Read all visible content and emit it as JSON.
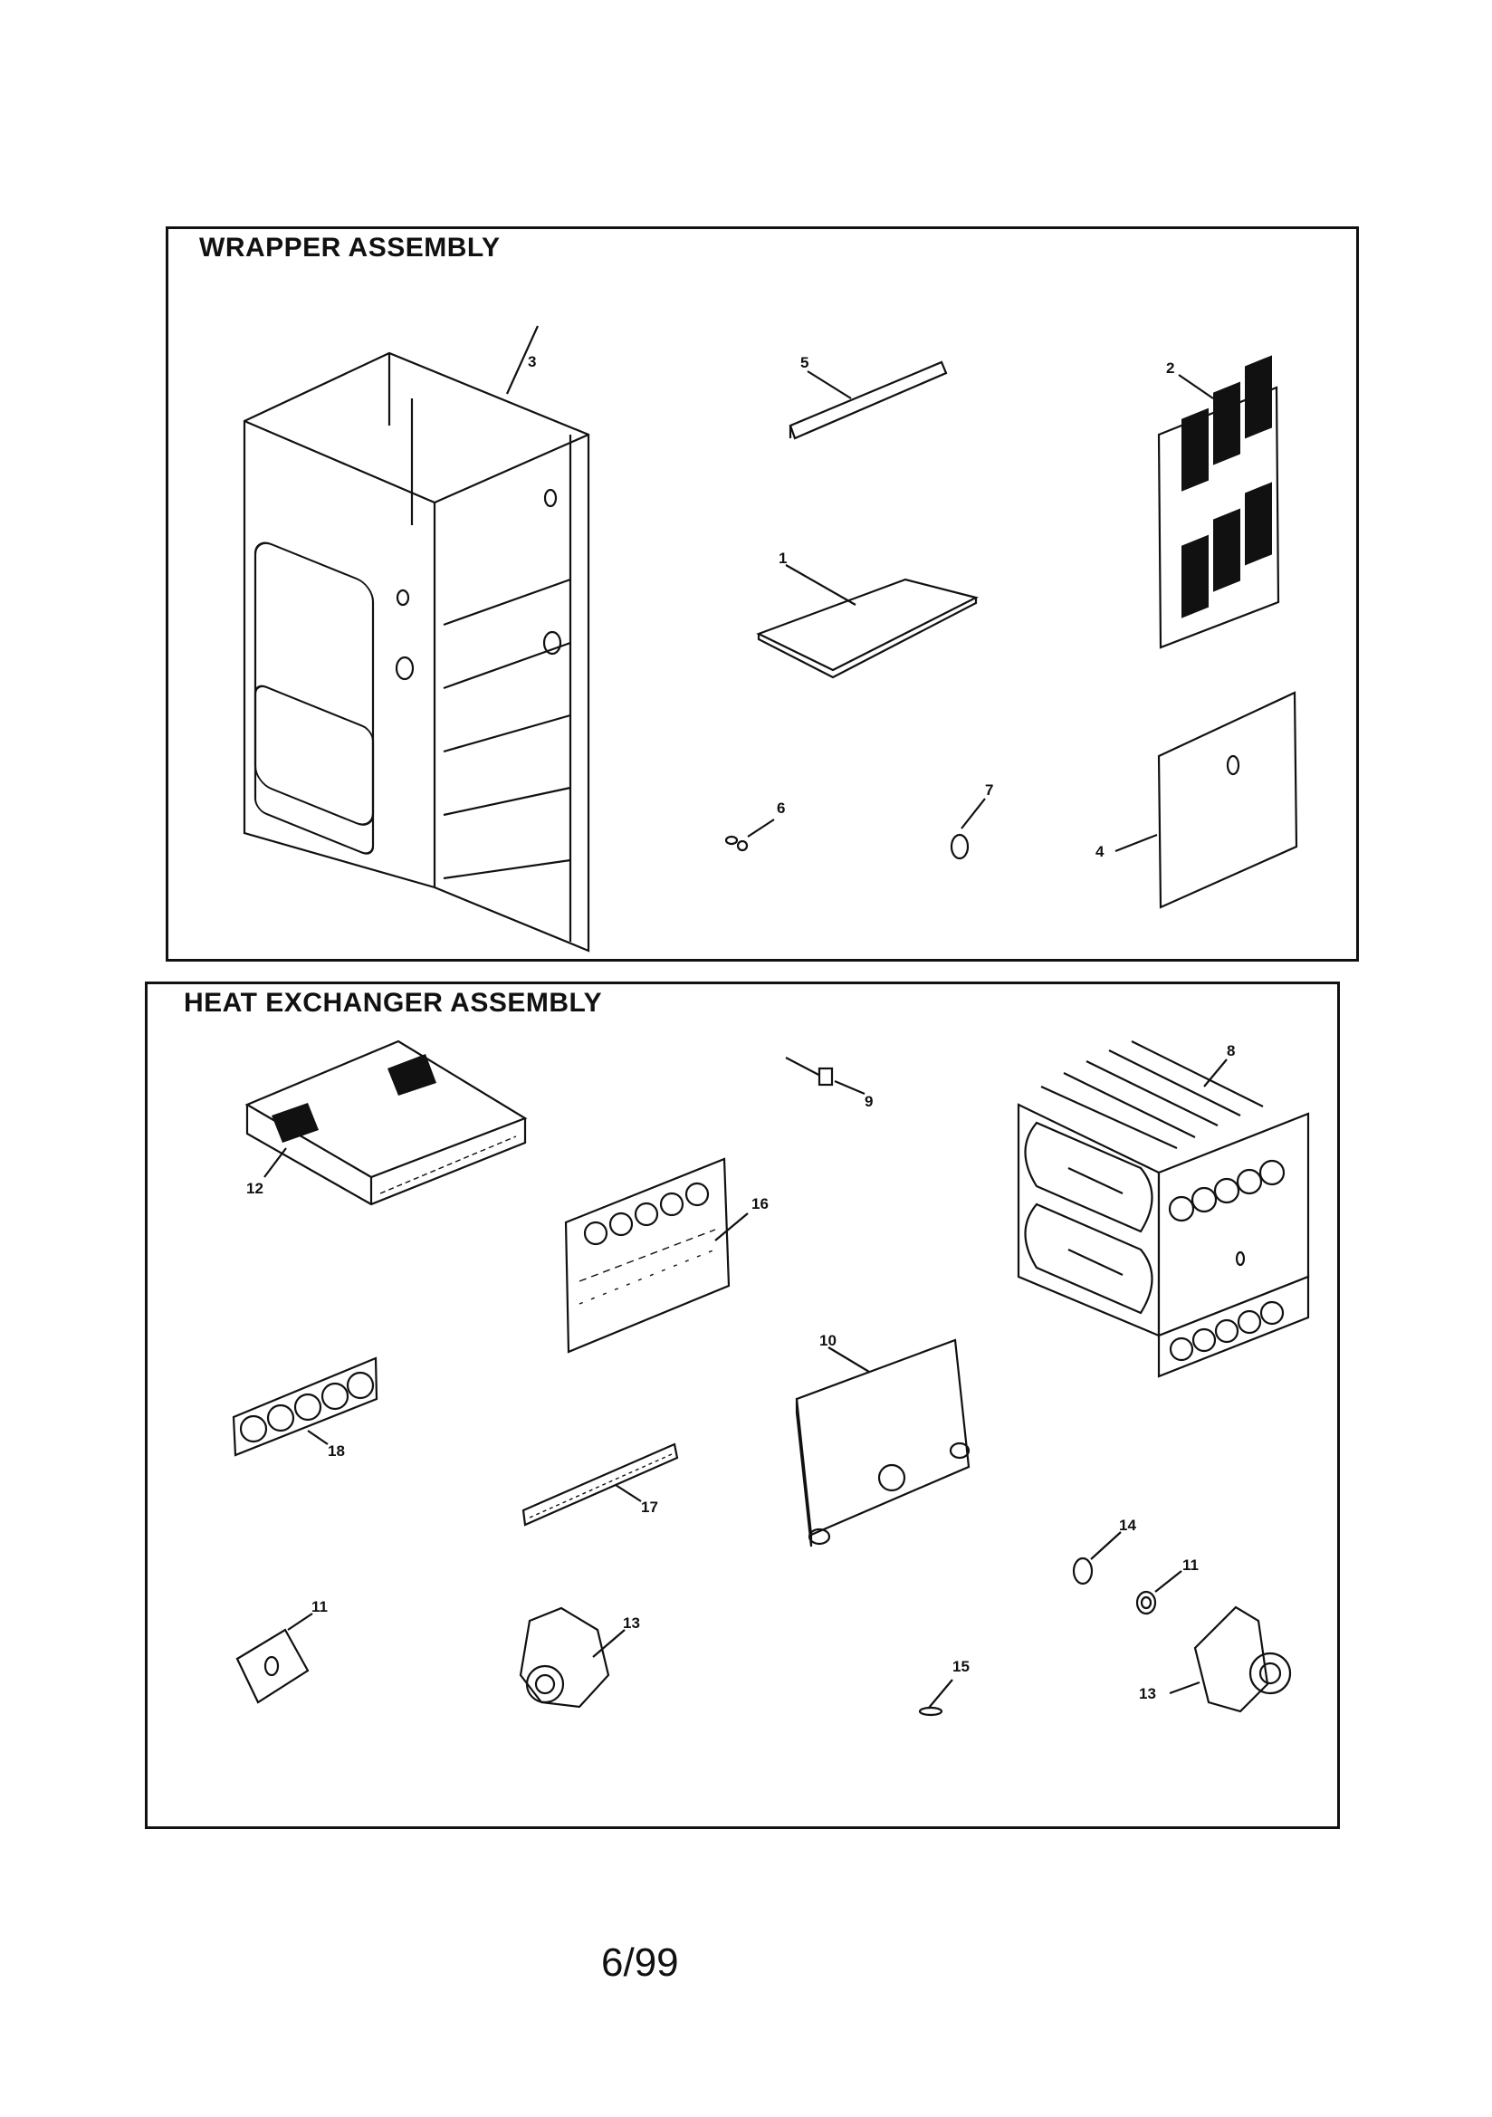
{
  "sections": {
    "wrapper": {
      "title": "WRAPPER ASSEMBLY",
      "callouts": [
        "1",
        "2",
        "3",
        "4",
        "5",
        "6",
        "7"
      ]
    },
    "heat_exchanger": {
      "title": "HEAT EXCHANGER ASSEMBLY",
      "callouts": [
        "8",
        "9",
        "10",
        "11",
        "11",
        "12",
        "13",
        "13",
        "14",
        "15",
        "16",
        "17",
        "18"
      ]
    }
  },
  "page_number": "6/99"
}
